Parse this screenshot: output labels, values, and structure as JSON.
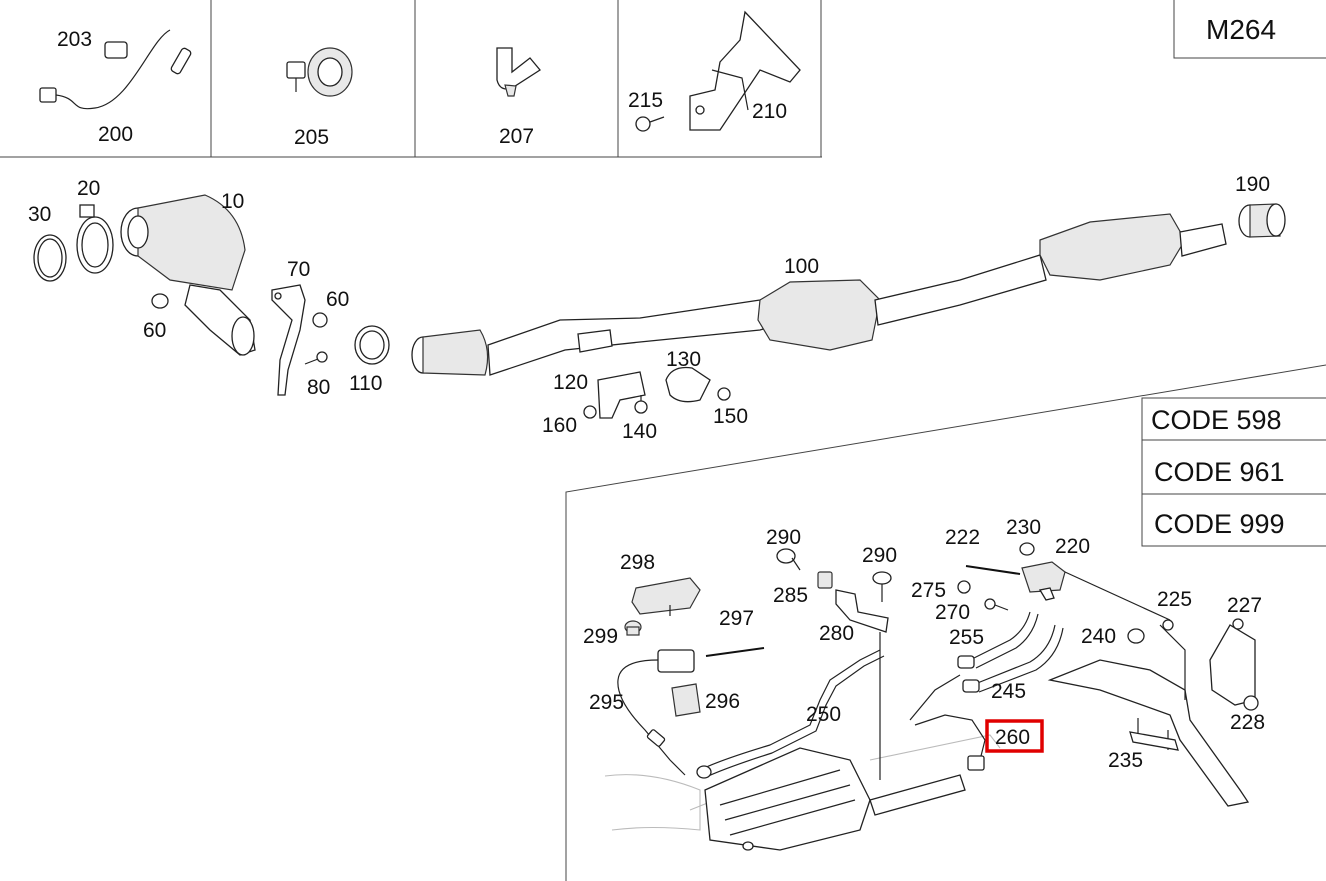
{
  "model_label": "M264",
  "codes": [
    "CODE  598",
    "CODE  961",
    "CODE  999"
  ],
  "highlighted_part": "260",
  "highlight_color": "#e00000",
  "part_labels": {
    "p203": "203",
    "p200": "200",
    "p205": "205",
    "p207": "207",
    "p215": "215",
    "p210": "210",
    "p30": "30",
    "p20": "20",
    "p10": "10",
    "p60a": "60",
    "p70": "70",
    "p60b": "60",
    "p80": "80",
    "p110": "110",
    "p100": "100",
    "p190": "190",
    "p120": "120",
    "p130": "130",
    "p160": "160",
    "p140": "140",
    "p150": "150",
    "p298": "298",
    "p299": "299",
    "p297": "297",
    "p295": "295",
    "p296": "296",
    "p290a": "290",
    "p290b": "290",
    "p285": "285",
    "p280": "280",
    "p250": "250",
    "p222": "222",
    "p230": "230",
    "p220": "220",
    "p275": "275",
    "p270": "270",
    "p255": "255",
    "p245": "245",
    "p240": "240",
    "p225": "225",
    "p227": "227",
    "p228": "228",
    "p235": "235",
    "p260": "260"
  }
}
